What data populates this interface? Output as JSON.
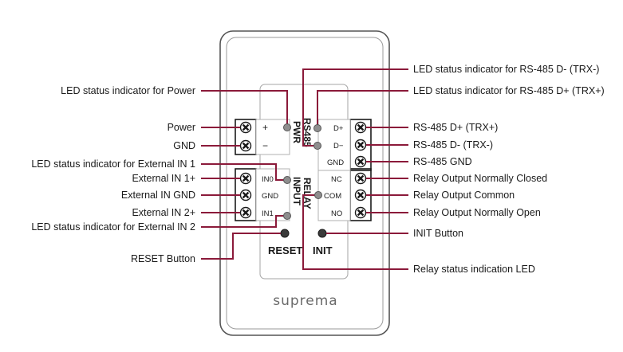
{
  "device": {
    "brand": "suprema",
    "group_labels": {
      "power": "PWR",
      "rs485": "RS485",
      "input": "INPUT",
      "relay": "RELAY"
    },
    "pins": {
      "pwr_plus": "+",
      "pwr_minus": "−",
      "in0": "IN0",
      "in_gnd": "GND",
      "in1": "IN1",
      "d_plus": "D+",
      "d_minus": "D−",
      "rs_gnd": "GND",
      "nc": "NC",
      "com": "COM",
      "no": "NO"
    },
    "buttons": {
      "reset": "RESET",
      "init": "INIT"
    }
  },
  "callouts": {
    "left": {
      "led_power": "LED status indicator for Power",
      "power": "Power",
      "gnd": "GND",
      "led_ext_in1": "LED status indicator for External IN 1",
      "ext_in1_plus": "External IN 1+",
      "ext_in_gnd": "External IN GND",
      "ext_in2_plus": "External IN 2+",
      "led_ext_in2": "LED status indicator for External IN 2",
      "reset_button": "RESET Button"
    },
    "right": {
      "led_rs485_dminus": "LED status indicator for RS-485 D- (TRX-)",
      "led_rs485_dplus": "LED status indicator for RS-485 D+ (TRX+)",
      "rs485_dplus": "RS-485 D+ (TRX+)",
      "rs485_dminus": "RS-485 D- (TRX-)",
      "rs485_gnd": "RS-485 GND",
      "relay_nc": "Relay Output Normally Closed",
      "relay_com": "Relay Output Common",
      "relay_no": "Relay Output Normally Open",
      "init_button": "INIT Button",
      "relay_led": "Relay status indication LED"
    }
  },
  "colors": {
    "leader": "#8b1a3a",
    "device_outline": "#555555"
  }
}
